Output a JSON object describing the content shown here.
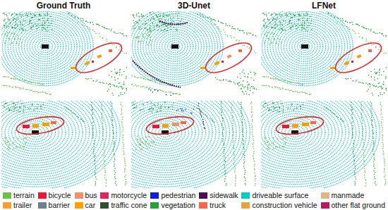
{
  "diagram": {
    "labels": [
      "Ground Truth",
      "3D-Unet",
      "LFNet"
    ],
    "legend": [
      {
        "text": "terrain",
        "color": "#6cc04a"
      },
      {
        "text": "bicycle",
        "color": "#e8183a"
      },
      {
        "text": "bus",
        "color": "#f2906c"
      },
      {
        "text": "motorcycle",
        "color": "#e0245e"
      },
      {
        "text": "pedestrian",
        "color": "#0a1fe0"
      },
      {
        "text": "sidewalk",
        "color": "#4b0f55"
      },
      {
        "text": "driveable surface",
        "color": "#00cfbf"
      },
      {
        "text": "manmade",
        "color": "#deb887"
      },
      {
        "text": "trailer",
        "color": "#ff9a2e"
      },
      {
        "text": "barrier",
        "color": "#708090"
      },
      {
        "text": "car",
        "color": "#ff9e00"
      },
      {
        "text": "traffic cone",
        "color": "#2f4f2f"
      },
      {
        "text": "vegetation",
        "color": "#22a33a"
      },
      {
        "text": "truck",
        "color": "#ff6347"
      },
      {
        "text": "construction vehicle",
        "color": "#e9a23b"
      },
      {
        "text": "other flat ground",
        "color": "#c3155c"
      }
    ]
  }
}
